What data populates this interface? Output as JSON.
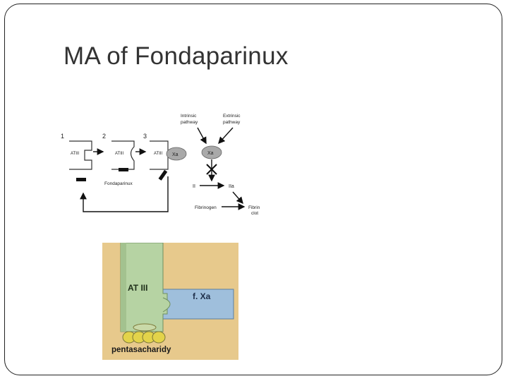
{
  "slide": {
    "title": "MA of Fondaparinux"
  },
  "mechanism_diagram": {
    "steps": [
      "1",
      "2",
      "3"
    ],
    "atiii_labels": [
      "ATIII",
      "ATIII",
      "ATIII"
    ],
    "fondaparinux_label": "Fondaparinux",
    "xa_bound_label": "Xa",
    "xa_label": "Xa",
    "intrinsic_line1": "Intrinsic",
    "intrinsic_line2": "pathway",
    "extrinsic_line1": "Extrinsic",
    "extrinsic_line2": "pathway",
    "prothrombin_label": "II",
    "thrombin_label": "IIa",
    "fibrinogen_label": "Fibrinogen",
    "fibrin_line1": "Fibrin",
    "fibrin_line2": "clot"
  },
  "binding_illustration": {
    "atiii_label": "AT III",
    "factor_label": "f. Xa",
    "pentasaccharide_label": "pentasacharidy"
  },
  "colors": {
    "title_text": "#333333",
    "xa_ellipse": "#a9a9a9",
    "background_tan": "#e7c98c",
    "atiii_green": "#b6d3a3",
    "factor_blue": "#9fbfdc",
    "sugar_yellow": "#e3d34a"
  }
}
